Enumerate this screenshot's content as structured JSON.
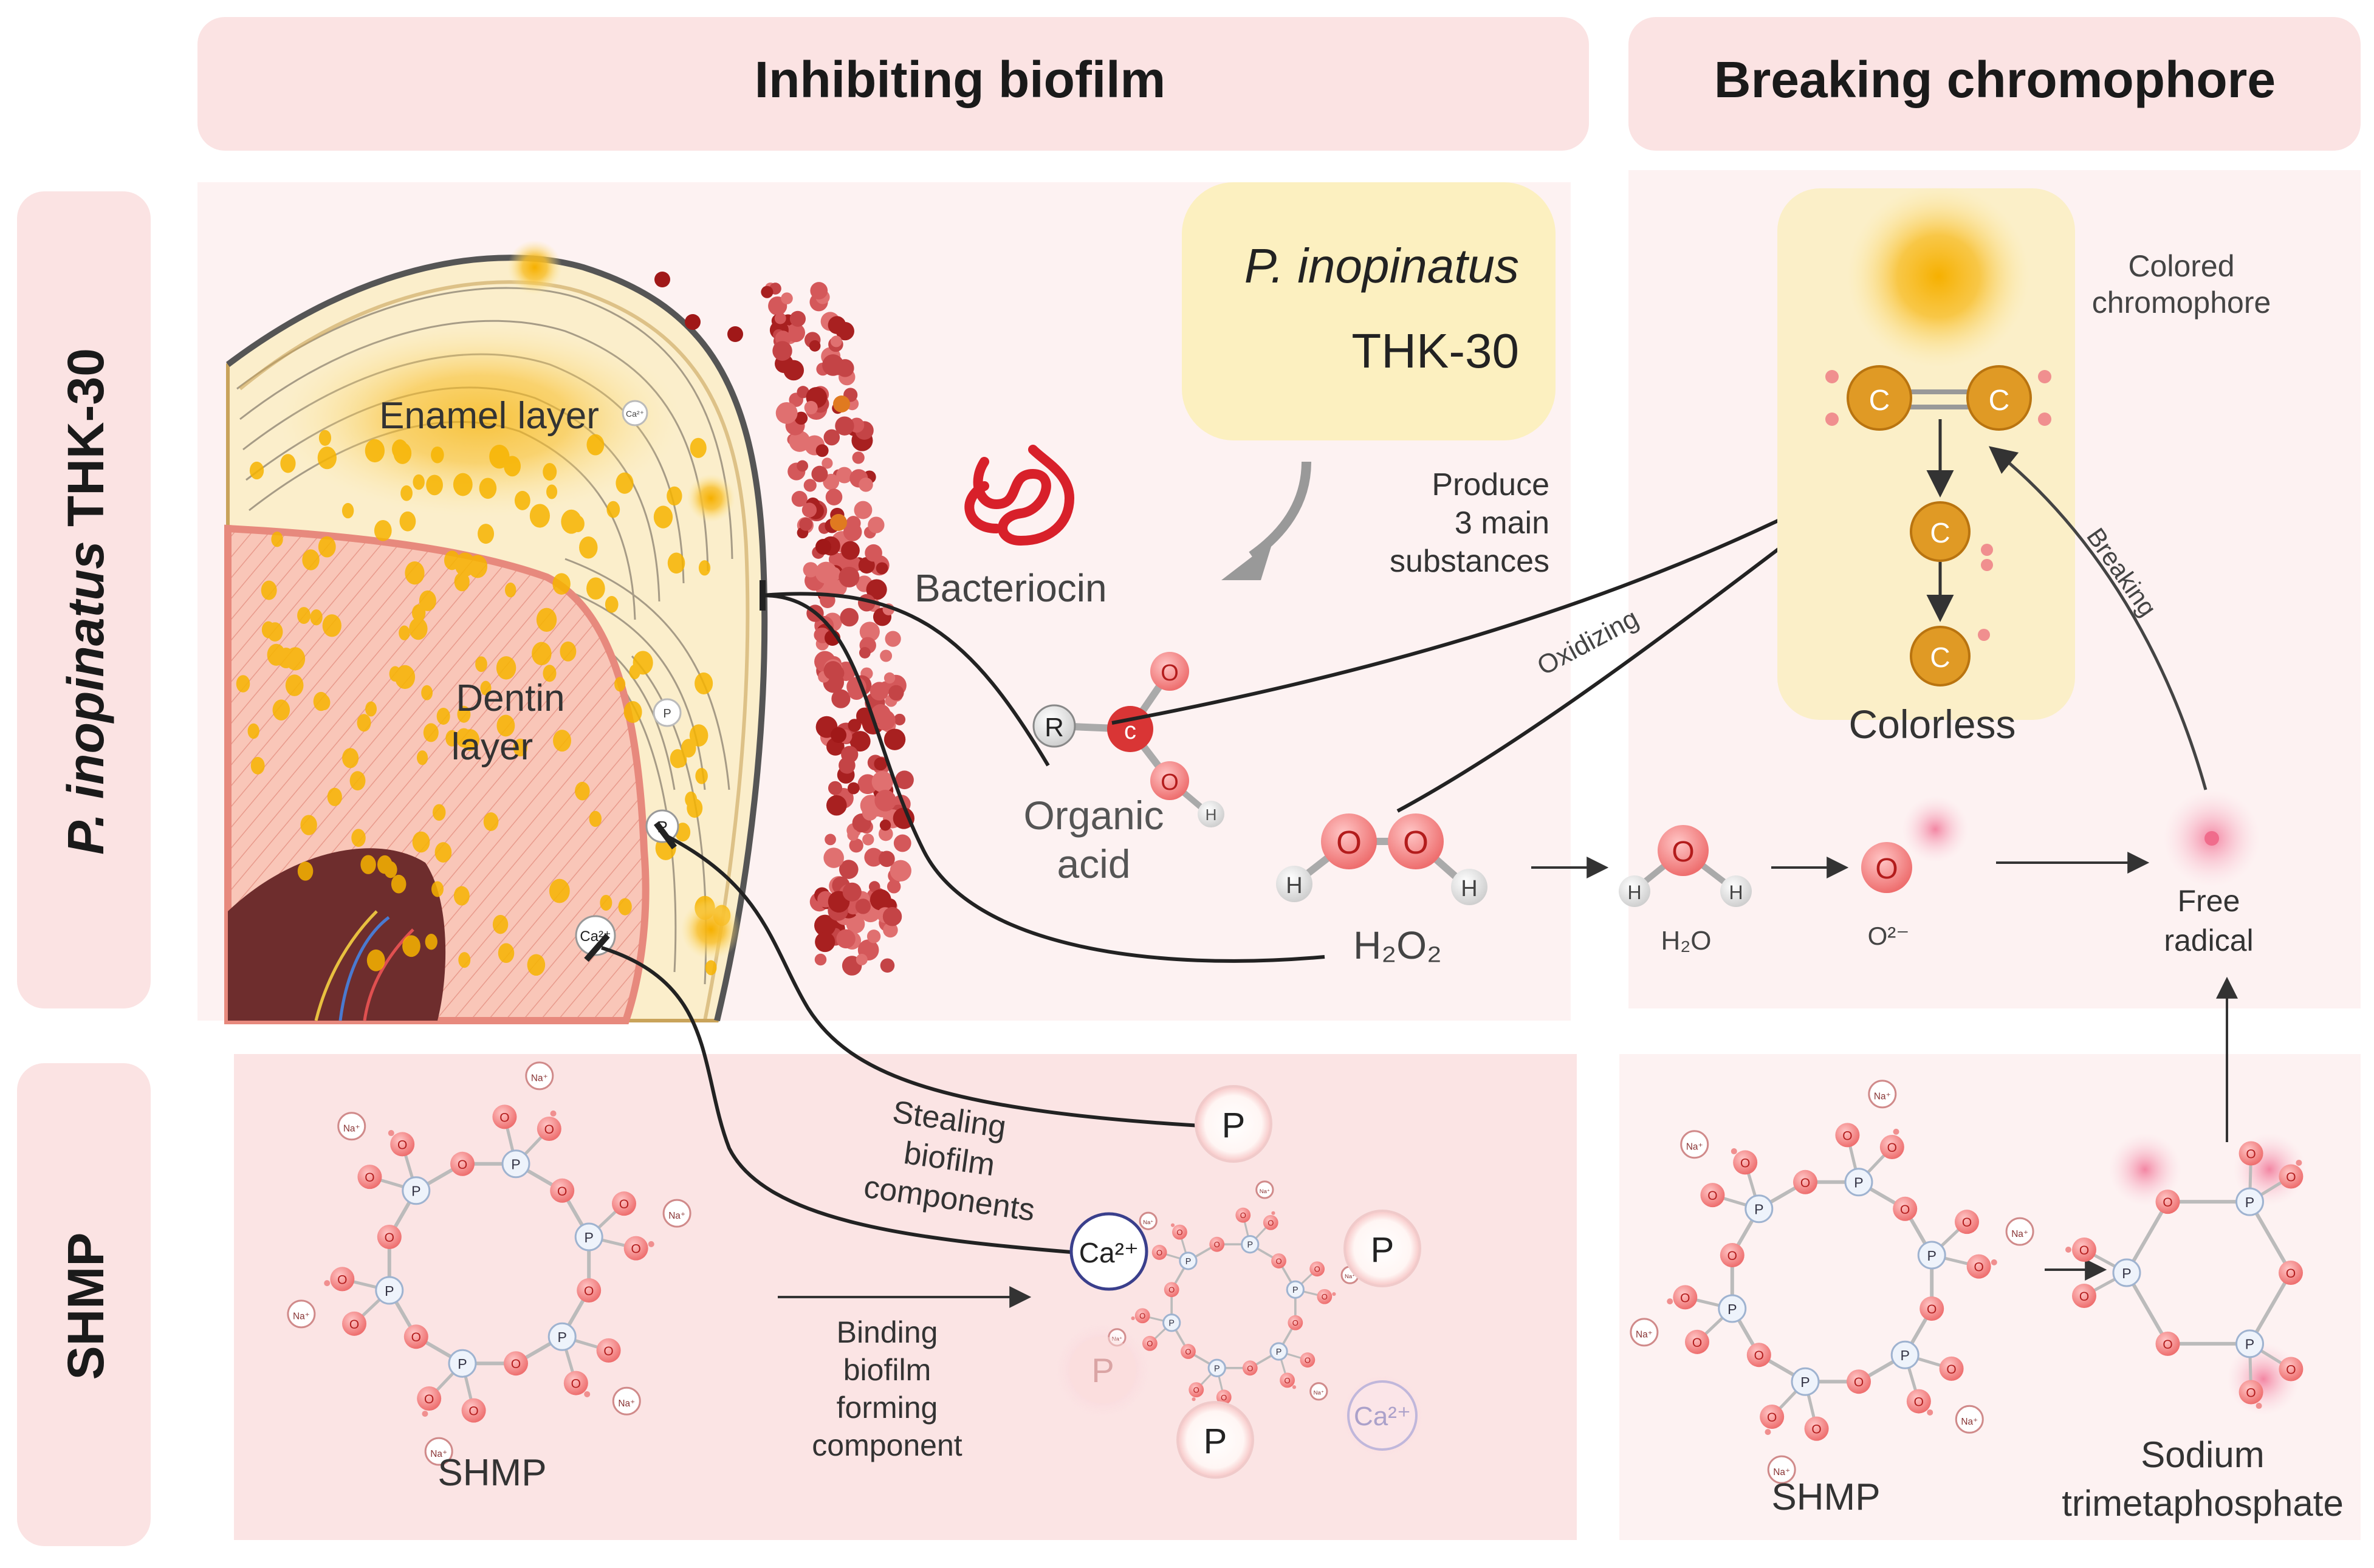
{
  "headers": {
    "left": "Inhibiting biofilm",
    "right": "Breaking chromophore"
  },
  "row_labels": {
    "top_italic": "P. inopinatus",
    "top_rest": " THK-30",
    "bottom": "SHMP"
  },
  "strain_box": {
    "line1": "P. inopinatus",
    "line2": "THK-30"
  },
  "labels": {
    "produce": [
      "Produce",
      "3 main",
      "substances"
    ],
    "bacteriocin": "Bacteriocin",
    "enamel": "Enamel layer",
    "dentin": [
      "Dentin",
      "layer"
    ],
    "organic_acid": [
      "Organic",
      "acid"
    ],
    "h2o2": "H₂O₂",
    "h2o": "H₂O",
    "o2": "O²⁻",
    "free_radical": [
      "Free",
      "radical"
    ],
    "oxidizing": "Oxidizing",
    "breaking": "Breaking",
    "colored": [
      "Colored",
      "chromophore"
    ],
    "colorless": "Colorless",
    "stealing": [
      "Stealing",
      "biofilm",
      "components"
    ],
    "binding": [
      "Binding",
      "biofilm",
      "forming",
      "component"
    ],
    "shmp_left": "SHMP",
    "shmp_right": "SHMP",
    "stmp": [
      "Sodium",
      "trimetaphosphate"
    ]
  },
  "atoms": {
    "R": "R",
    "C": "C",
    "c_small": "c",
    "O": "O",
    "H": "H",
    "P": "P",
    "Ca": "Ca²⁺",
    "Na": "Na⁺"
  },
  "colors": {
    "header_bg": "#fbe3e3",
    "panel_bg": "#fdf0f0",
    "atom_red": "#f08080",
    "carbon_orange": "#e0a030",
    "yellow_box": "#fcf0c0"
  }
}
